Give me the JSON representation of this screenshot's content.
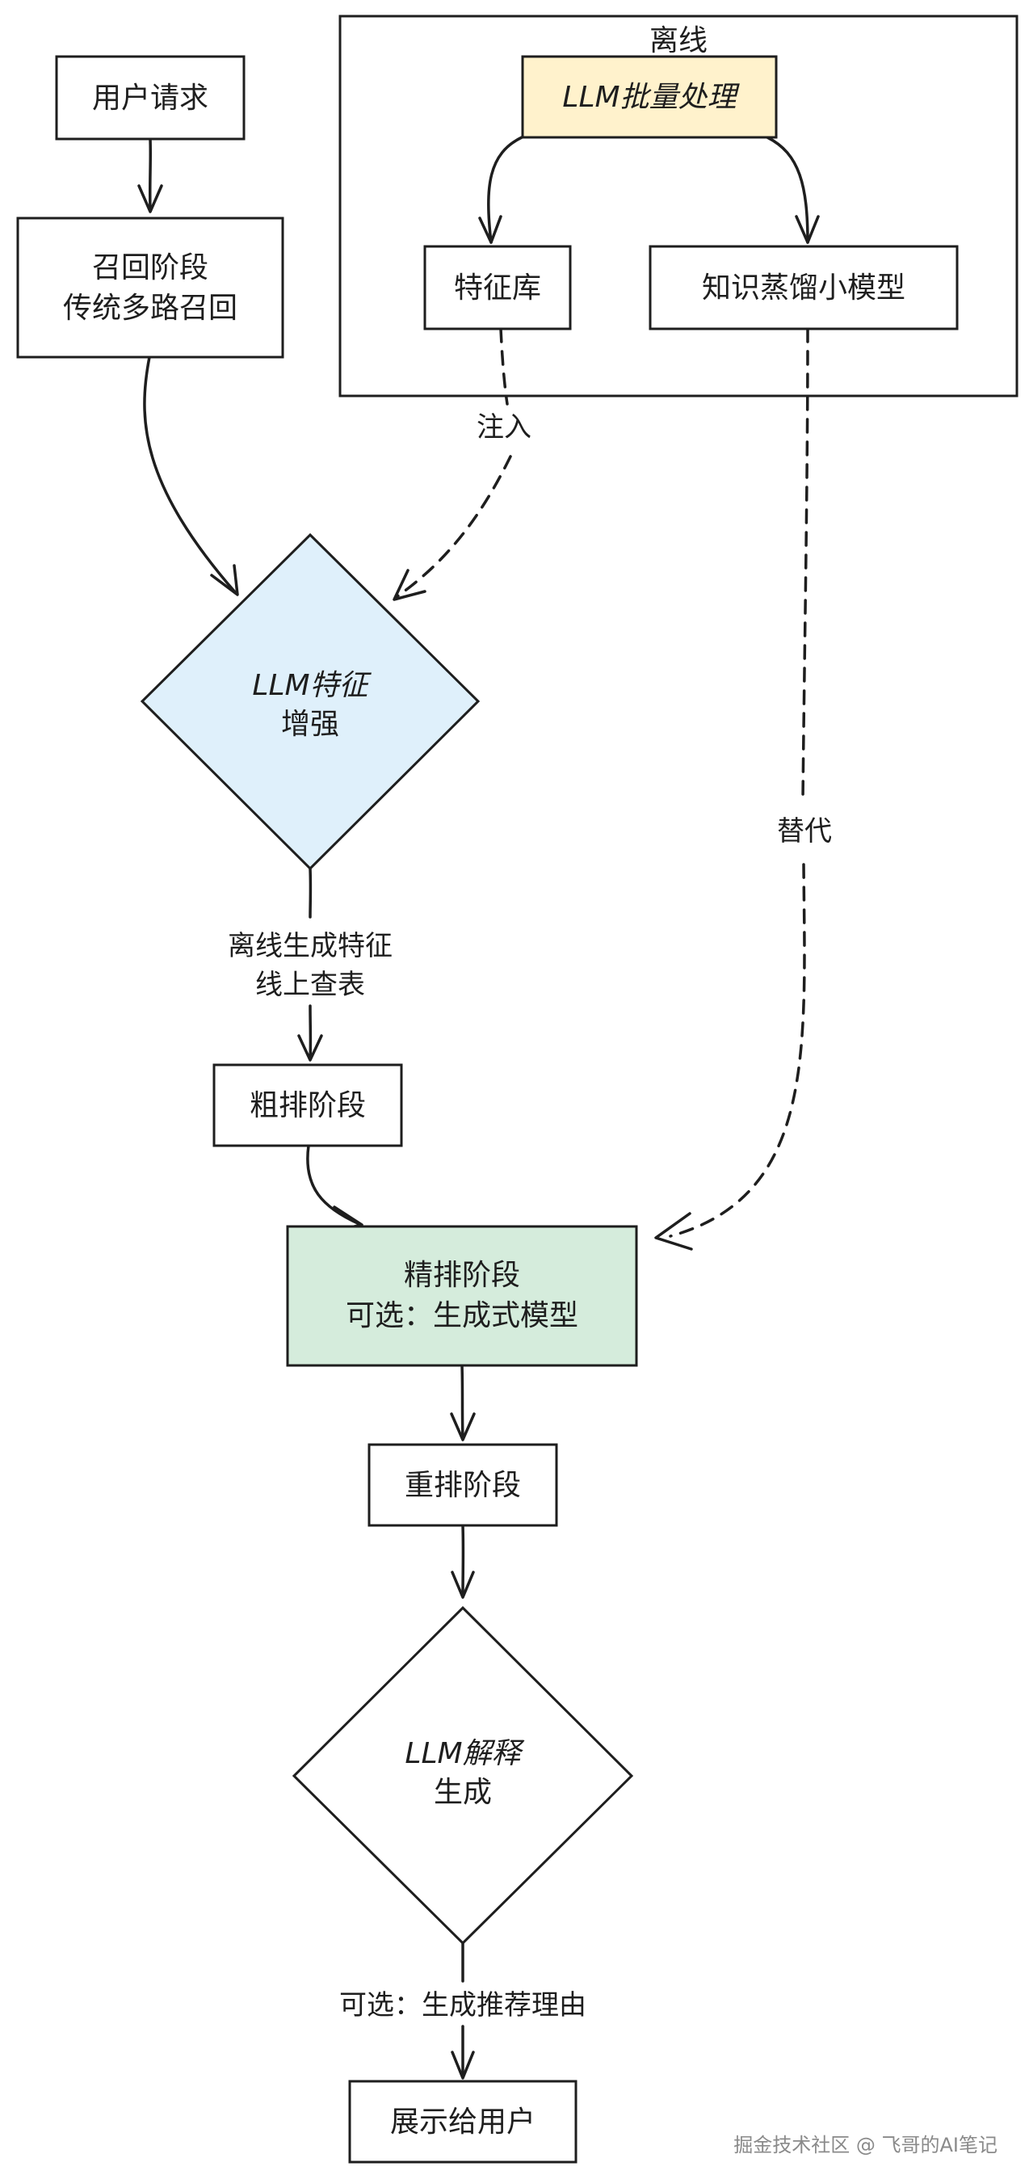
{
  "group": {
    "title": "离线"
  },
  "nodes": {
    "user_request": {
      "line1": "用户请求"
    },
    "recall": {
      "line1": "召回阶段",
      "line2": "传统多路召回"
    },
    "llm_batch": {
      "line1": "LLM批量处理",
      "fill": "#fff2cc"
    },
    "feature_store": {
      "line1": "特征库"
    },
    "distill_model": {
      "line1": "知识蒸馏小模型"
    },
    "llm_feature": {
      "line1": "LLM特征",
      "line2": "增强",
      "fill": "#dff0fb"
    },
    "coarse_rank": {
      "line1": "粗排阶段"
    },
    "fine_rank": {
      "line1": "精排阶段",
      "line2": "可选：生成式模型",
      "fill": "#d5ecdc"
    },
    "rerank": {
      "line1": "重排阶段"
    },
    "llm_explain": {
      "line1": "LLM解释",
      "line2": "生成"
    },
    "show_user": {
      "line1": "展示给用户"
    }
  },
  "edge_labels": {
    "inject": "注入",
    "replace": "替代",
    "offline_feature_line1": "离线生成特征",
    "offline_feature_line2": "线上查表",
    "optional_reason": "可选：生成推荐理由"
  },
  "watermark": "掘金技术社区 @ 飞哥的AI笔记"
}
